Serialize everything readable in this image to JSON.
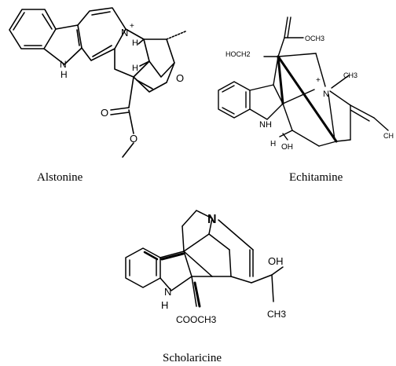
{
  "molecules": [
    {
      "name": "Alstonine",
      "atoms": {
        "n_plus": "N",
        "plus": "+",
        "n_h": "N",
        "h_nh": "H",
        "h1": "H",
        "h2": "H",
        "o_ring": "O",
        "o_carbonyl": "O",
        "o_ester": "O"
      }
    },
    {
      "name": "Echitamine",
      "atoms": {
        "hoch2": "HOCH2",
        "ocm3": "OCH3",
        "ch3": "CH3",
        "plus": "+",
        "n_plus": "N",
        "nh": "NH",
        "h": "H",
        "oh": "OH",
        "ch": "CH"
      }
    },
    {
      "name": "Scholaricine",
      "atoms": {
        "n_top": "N",
        "n_h": "N",
        "h_nh": "H",
        "oh": "OH",
        "cooch3": "COOCH3",
        "ch3": "CH3"
      }
    }
  ]
}
